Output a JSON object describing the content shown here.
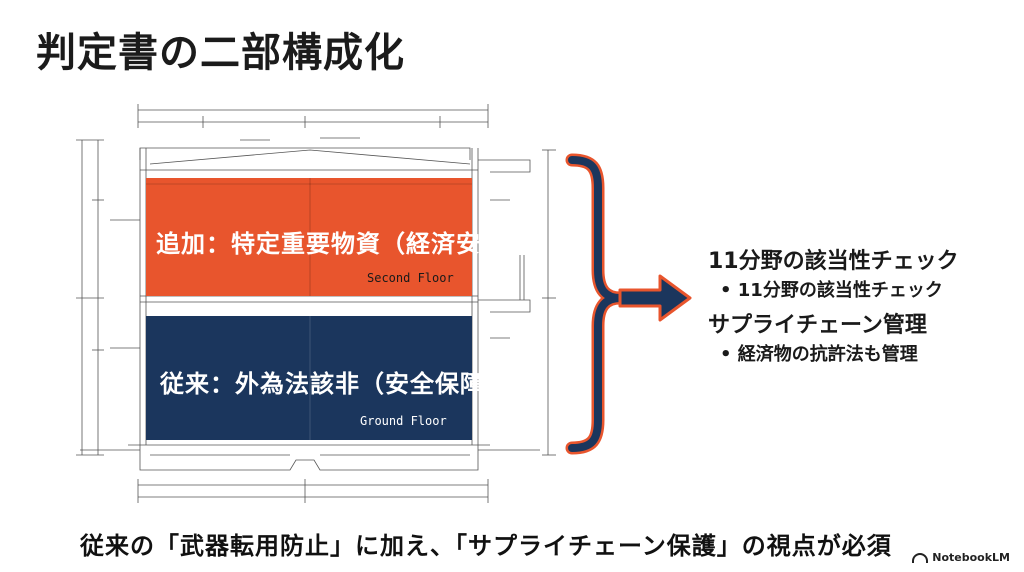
{
  "title": "判定書の二部構成化",
  "upper_band": {
    "label": "追加：特定重要物資（経済安保）",
    "floor": "Second Floor",
    "color": "#e8552d"
  },
  "lower_band": {
    "label": "従来：外為法該非（安全保障）",
    "floor": "Ground Floor",
    "color": "#1b365d"
  },
  "bracket_color": "#1b365d",
  "bracket_outline_color": "#e8552d",
  "right_panel": {
    "heading1": "11分野の該当性チェック",
    "bullet1": "11分野の該当性チェック",
    "heading2": "サプライチェーン管理",
    "bullet2": "経済物の抗許法も管理"
  },
  "bottom_text": "従来の「武器転用防止」に加え、「サプライチェーン保護」の視点が必須",
  "logo_text": "NotebookLM"
}
